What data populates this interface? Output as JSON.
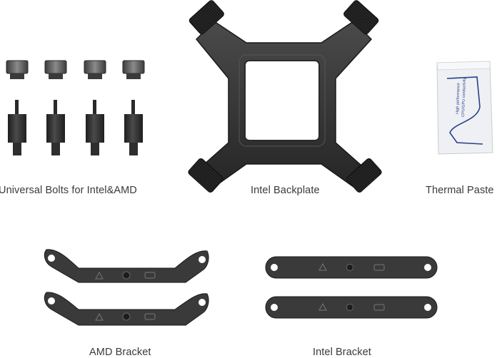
{
  "labels": {
    "bolts": "Universal Bolts for Intel&AMD",
    "backplate": "Intel Backplate",
    "paste": "Thermal Paste",
    "amd_bracket": "AMD Bracket",
    "intel_bracket": "Intel Bracket"
  },
  "paste_packet_text": [
    "High performance",
    "CPU/GPU conductivity"
  ],
  "colors": {
    "background": "#ffffff",
    "part_dark": "#2b2b2b",
    "part_mid": "#3d3d3d",
    "label_text": "#3a3a3a",
    "packet_accent": "#2a3f8f"
  }
}
